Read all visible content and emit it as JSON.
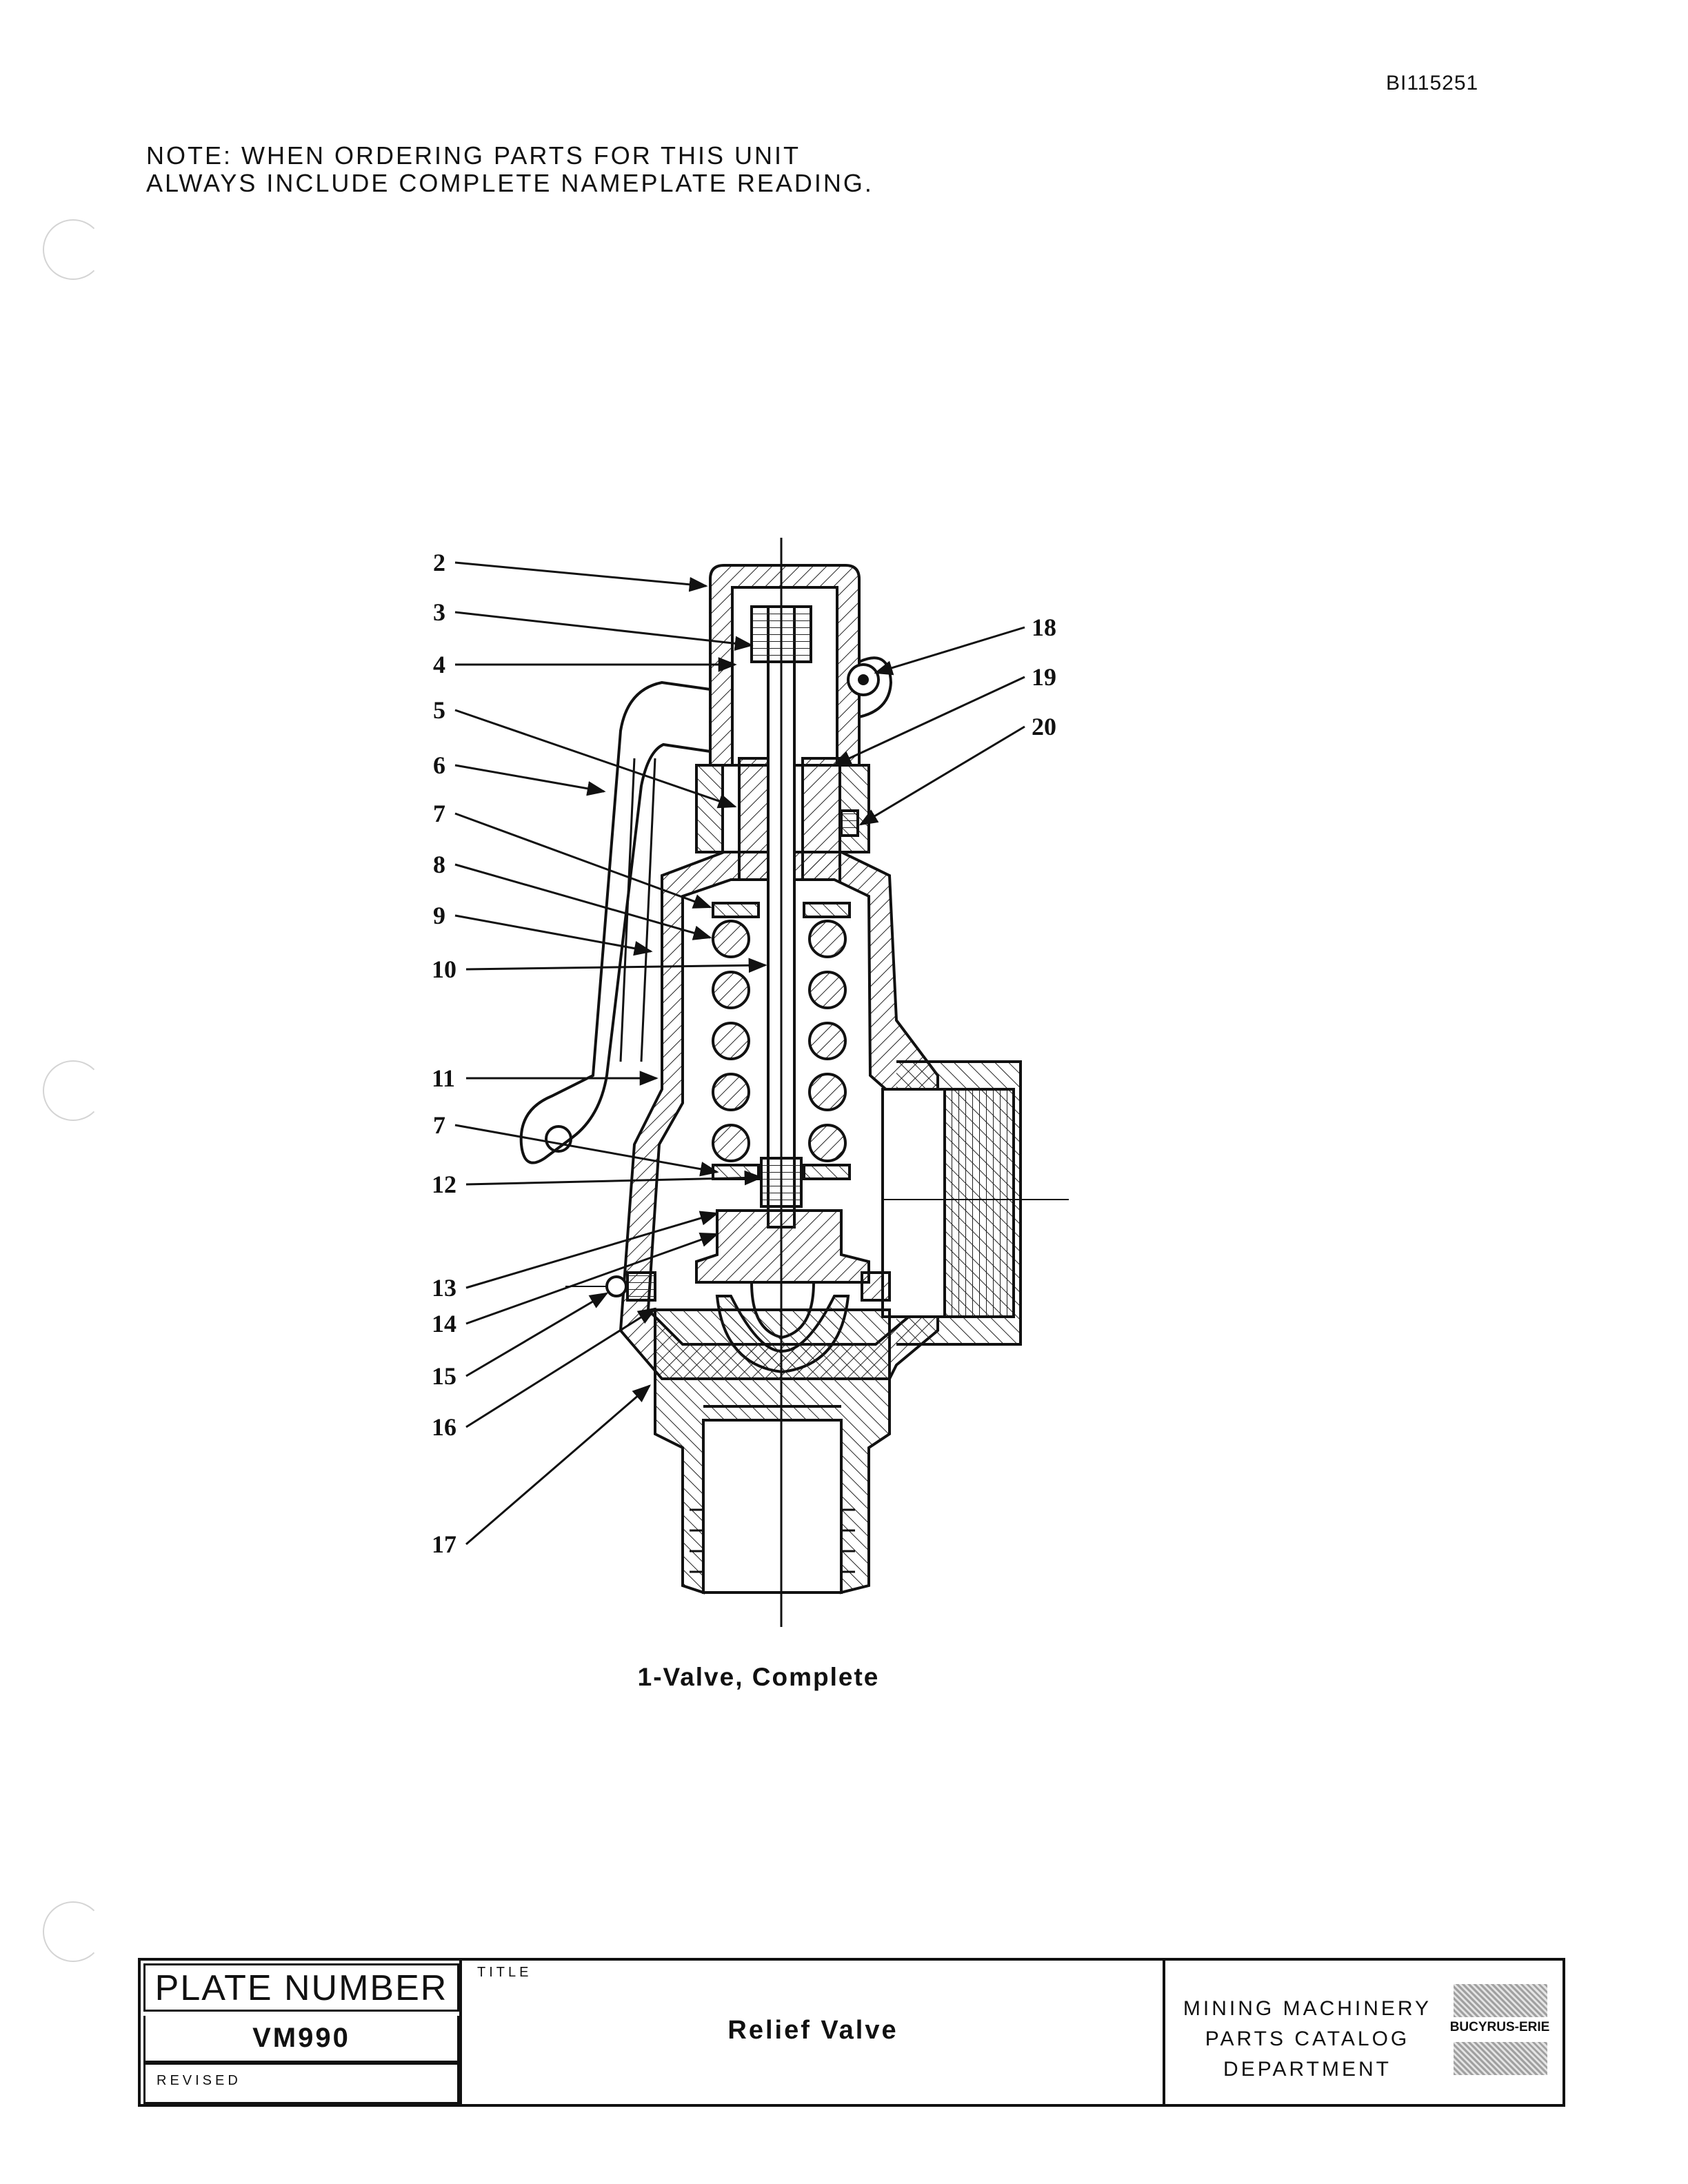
{
  "document_id": "BI115251",
  "note": {
    "line1": "NOTE:  WHEN ORDERING PARTS FOR THIS UNIT",
    "line2": "ALWAYS INCLUDE COMPLETE NAMEPLATE READING."
  },
  "diagram": {
    "caption": "1-Valve, Complete",
    "callouts": [
      "2",
      "3",
      "4",
      "5",
      "6",
      "7",
      "8",
      "9",
      "10",
      "11",
      "7",
      "12",
      "13",
      "14",
      "15",
      "16",
      "17",
      "18",
      "19",
      "20"
    ]
  },
  "title_block": {
    "plate_number_label": "PLATE NUMBER",
    "plate_number": "VM990",
    "revised_label": "REVISED",
    "title_label": "TITLE",
    "title": "Relief  Valve",
    "department_line1": "MINING MACHINERY",
    "department_line2": "PARTS CATALOG",
    "department_line3": "DEPARTMENT",
    "logo_text": "BUCYRUS-ERIE"
  }
}
